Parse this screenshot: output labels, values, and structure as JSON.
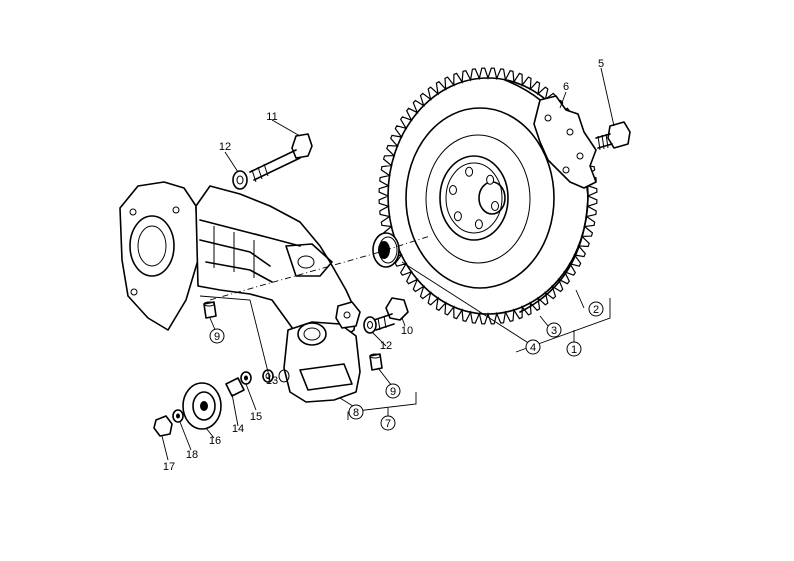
{
  "diagram": {
    "callouts": [
      {
        "id": "c1",
        "text": "1",
        "circled": true
      },
      {
        "id": "c2",
        "text": "2",
        "circled": true
      },
      {
        "id": "c3",
        "text": "3",
        "circled": true
      },
      {
        "id": "c4",
        "text": "4",
        "circled": true
      },
      {
        "id": "c5",
        "text": "5",
        "circled": false
      },
      {
        "id": "c6",
        "text": "6",
        "circled": false
      },
      {
        "id": "c7",
        "text": "7",
        "circled": true
      },
      {
        "id": "c8",
        "text": "8",
        "circled": true
      },
      {
        "id": "c9a",
        "text": "9",
        "circled": true
      },
      {
        "id": "c9b",
        "text": "9",
        "circled": true
      },
      {
        "id": "c10",
        "text": "10",
        "circled": false
      },
      {
        "id": "c11",
        "text": "11",
        "circled": false
      },
      {
        "id": "c12a",
        "text": "12",
        "circled": false
      },
      {
        "id": "c12b",
        "text": "12",
        "circled": false
      },
      {
        "id": "c13",
        "text": "13",
        "circled": false
      },
      {
        "id": "c14",
        "text": "14",
        "circled": false
      },
      {
        "id": "c15",
        "text": "15",
        "circled": false
      },
      {
        "id": "c16",
        "text": "16",
        "circled": false
      },
      {
        "id": "c17",
        "text": "17",
        "circled": false
      },
      {
        "id": "c18",
        "text": "18",
        "circled": false
      }
    ]
  }
}
